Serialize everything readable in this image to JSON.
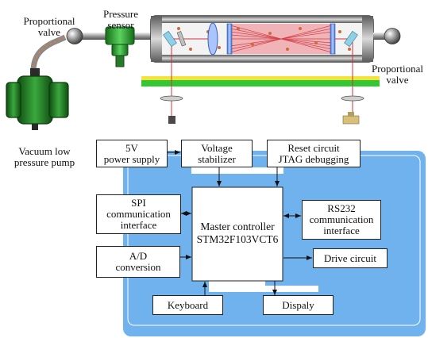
{
  "apparatus": {
    "valve_left": [
      "Proportional",
      "valve"
    ],
    "pressure_sensor": [
      "Pressure",
      "sensor"
    ],
    "vacuum_pump": [
      "Vacuum low",
      "pressure pump"
    ],
    "valve_right": [
      "Proportional",
      "valve"
    ]
  },
  "blocks": {
    "power_supply": [
      "5V",
      "power supply"
    ],
    "voltage_stabilizer": [
      "Voltage",
      "stabilizer"
    ],
    "reset_jtag": [
      "Reset circuit",
      "JTAG debugging"
    ],
    "spi": [
      "SPI",
      "communication",
      "interface"
    ],
    "master": [
      "Master controller",
      "STM32F103VCT6"
    ],
    "rs232": [
      "RS232",
      "communication",
      "interface"
    ],
    "adc": [
      "A/D",
      "conversion"
    ],
    "drive": [
      "Drive circuit"
    ],
    "keyboard": [
      "Keyboard"
    ],
    "display": [
      "Dispaly"
    ]
  },
  "colors": {
    "panel_blue": "#6fb2ee",
    "pump_green": "#2f8f2f",
    "sensor_green": "#2e9e34",
    "cell_red": "#e0414b",
    "rail_yellow": "#f5e23a",
    "rail_green": "#34c734"
  }
}
